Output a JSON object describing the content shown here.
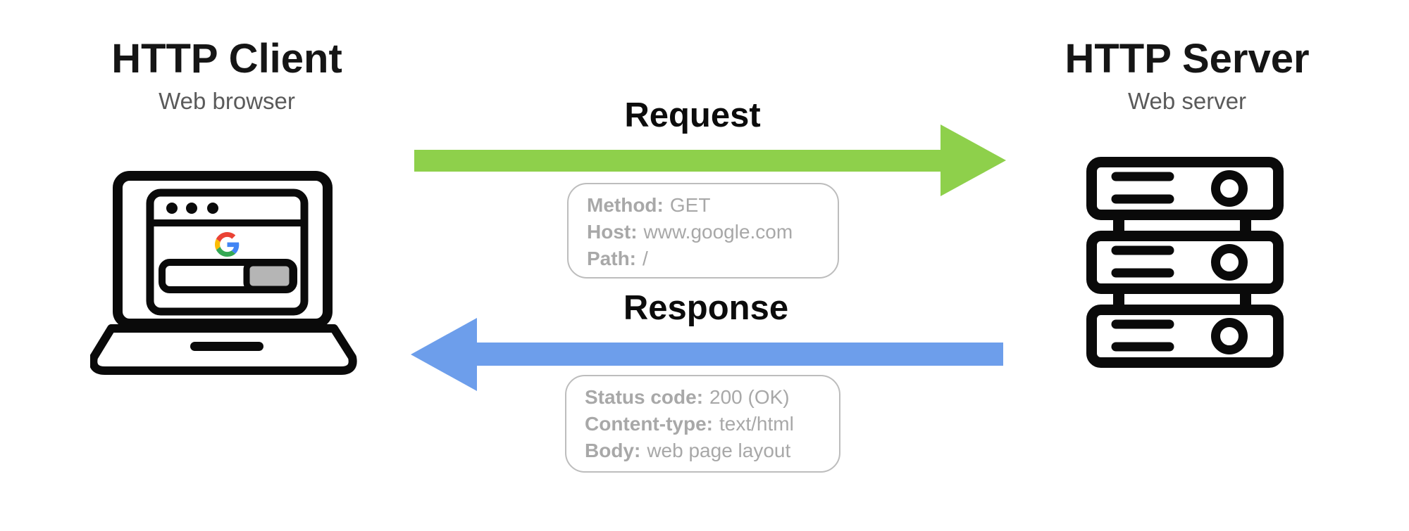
{
  "client": {
    "title": "HTTP Client",
    "subtitle": "Web browser"
  },
  "server": {
    "title": "HTTP Server",
    "subtitle": "Web server"
  },
  "request": {
    "label": "Request",
    "arrow_color": "#8ed04b",
    "direction": "right",
    "fields": [
      {
        "label": "Method:",
        "value": "GET"
      },
      {
        "label": "Host:",
        "value": "www.google.com"
      },
      {
        "label": "Path:",
        "value": "/"
      }
    ]
  },
  "response": {
    "label": "Response",
    "arrow_color": "#6d9eeb",
    "direction": "left",
    "fields": [
      {
        "label": "Status code:",
        "value": "200 (OK)"
      },
      {
        "label": "Content-type:",
        "value": "text/html"
      },
      {
        "label": "Body:",
        "value": "web page layout"
      }
    ]
  },
  "icons": {
    "client_icon": "laptop-browser-icon",
    "client_logo": "google-g-logo",
    "server_icon": "server-stack-icon"
  }
}
